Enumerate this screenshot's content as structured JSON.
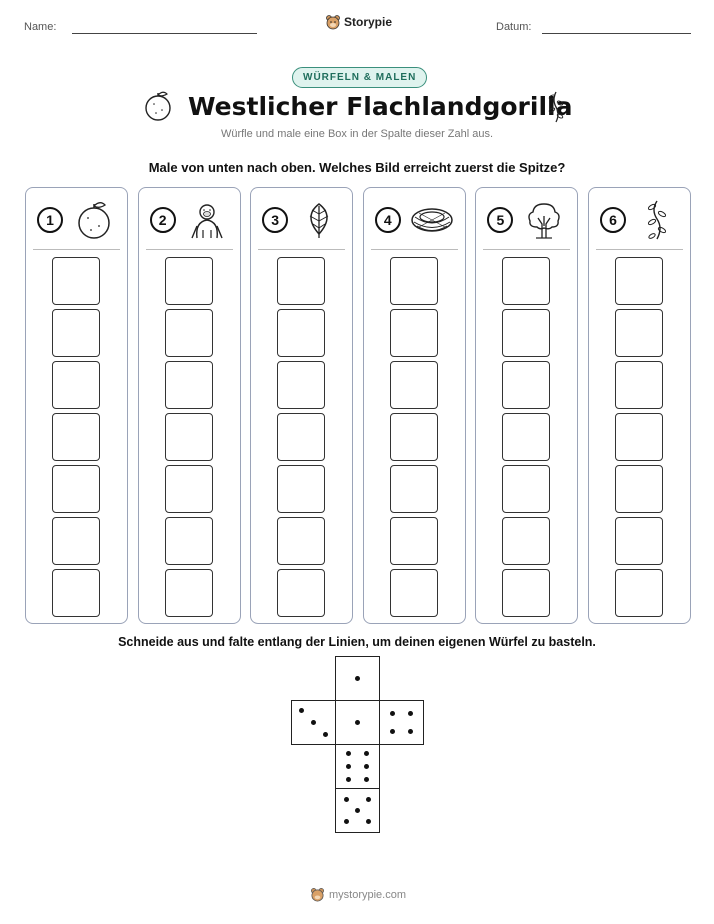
{
  "header": {
    "name_label": "Name:",
    "date_label": "Datum:",
    "logo_text": "Storypie"
  },
  "badge": "WÜRFELN & MALEN",
  "title": "Westlicher Flachlandgorilla",
  "subtitle": "Würfle und male eine Box in der Spalte dieser Zahl aus.",
  "instruction": "Male von unten nach oben. Welches Bild erreicht zuerst die Spitze?",
  "columns": [
    {
      "number": "1",
      "icon": "orange-icon"
    },
    {
      "number": "2",
      "icon": "gorilla-icon"
    },
    {
      "number": "3",
      "icon": "leaf-icon"
    },
    {
      "number": "4",
      "icon": "nest-icon"
    },
    {
      "number": "5",
      "icon": "tree-icon"
    },
    {
      "number": "6",
      "icon": "vine-icon"
    }
  ],
  "boxes_per_column": 7,
  "dice_instruction": "Schneide aus und falte entlang der Linien, um deinen eigenen Würfel zu basteln.",
  "dice_faces": [
    1,
    3,
    1,
    4,
    6,
    5
  ],
  "footer": "mystorypie.com"
}
